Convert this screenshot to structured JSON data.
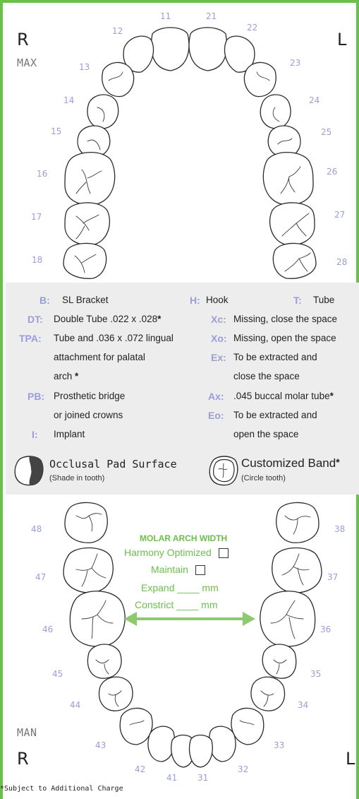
{
  "upper": {
    "side_right": "R",
    "side_left": "L",
    "arch_label": "MAX",
    "numbers": [
      "11",
      "21",
      "12",
      "22",
      "13",
      "23",
      "14",
      "24",
      "15",
      "25",
      "16",
      "26",
      "17",
      "27",
      "18",
      "28"
    ]
  },
  "legend": {
    "b_code": "B:",
    "b_text": "SL Bracket",
    "h_code": "H:",
    "h_text": "Hook",
    "t_code": "T:",
    "t_text": "Tube",
    "dt_code": "DT:",
    "dt_text": "Double Tube .022 x .028",
    "xc_code": "Xc:",
    "xc_text": "Missing, close the space",
    "tpa_code": "TPA:",
    "tpa_line1": "Tube and .036 x .072 lingual",
    "tpa_line2": "attachment for palatal",
    "tpa_line3": "arch",
    "xo_code": "Xo:",
    "xo_text": "Missing, open the space",
    "ex_code": "Ex:",
    "ex_line1": "To be extracted and",
    "ex_line2": "close the space",
    "pb_code": "PB:",
    "pb_line1": "Prosthetic bridge",
    "pb_line2": "or joined crowns",
    "ax_code": "Ax:",
    "ax_text": ".045 buccal molar tube",
    "eo_code": "Eo:",
    "eo_line1": "To be extracted and",
    "eo_line2": "open the space",
    "i_code": "I:",
    "i_text": "Implant",
    "star": "*",
    "pad_label": "Occlusal Pad Surface",
    "pad_note": "(Shade in tooth)",
    "band_label": "Customized Band",
    "band_note": "(Circle tooth)"
  },
  "lower": {
    "arch_label": "MAN",
    "side_right": "R",
    "side_left": "L",
    "numbers": [
      "48",
      "38",
      "47",
      "37",
      "46",
      "36",
      "45",
      "35",
      "44",
      "34",
      "43",
      "33",
      "42",
      "32",
      "41",
      "31"
    ]
  },
  "molar": {
    "title": "MOLAR ARCH WIDTH",
    "harmony": "Harmony Optimized",
    "maintain": "Maintain",
    "expand": "Expand ____ mm",
    "constrict": "Constrict ____ mm"
  },
  "footnote": "*Subject to Additional Charge",
  "colors": {
    "accent_green": "#6cbf4b",
    "tooth_number": "#9a9ed8",
    "legend_bg": "#ededed"
  }
}
